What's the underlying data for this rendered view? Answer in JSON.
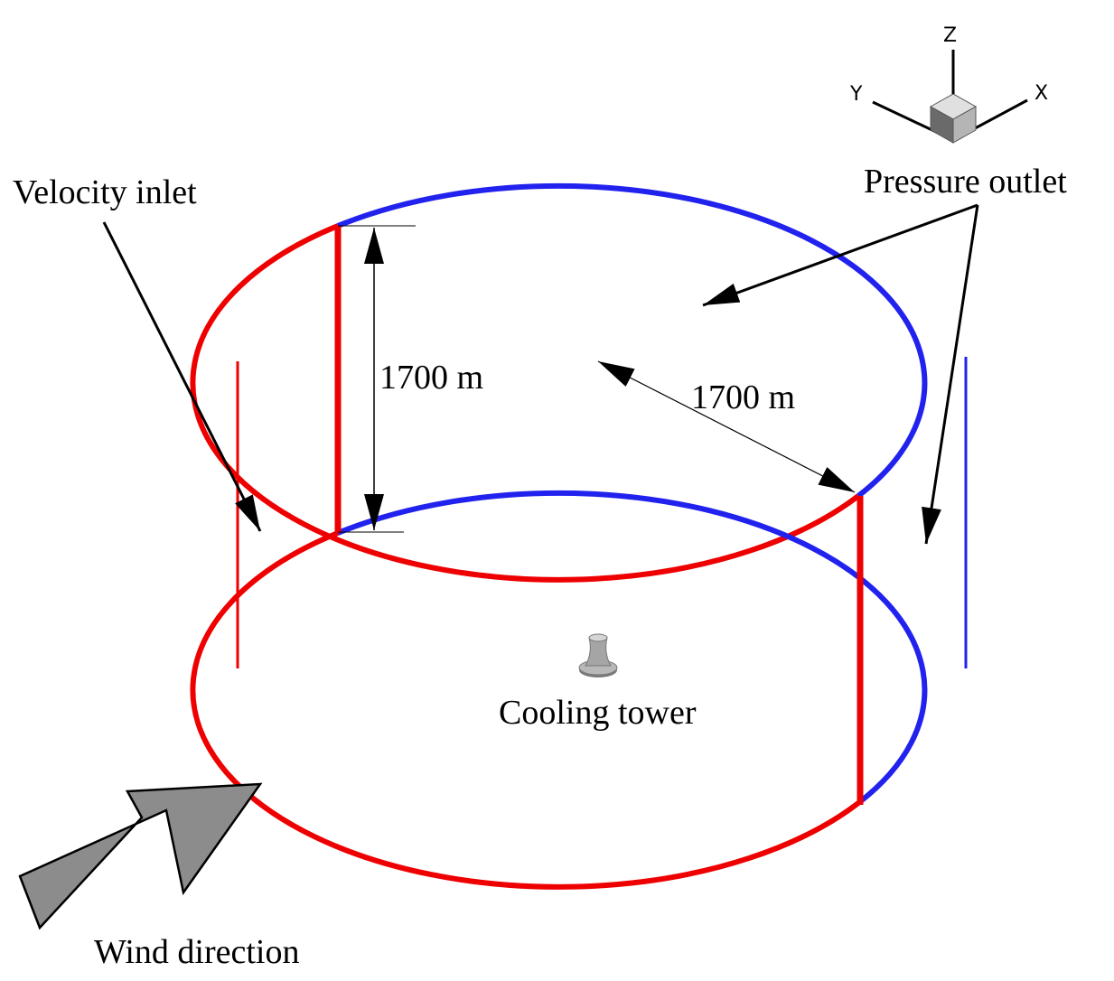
{
  "labels": {
    "velocity_inlet": "Velocity inlet",
    "pressure_outlet": "Pressure outlet",
    "height_dimension": "1700 m",
    "radius_dimension": "1700 m",
    "cooling_tower": "Cooling tower",
    "wind_direction": "Wind direction"
  },
  "axes": {
    "z": "Z",
    "y": "Y",
    "x": "X"
  },
  "colors": {
    "inlet": "#ee0000",
    "outlet": "#2222ee",
    "arrow": "#000000",
    "wind_arrow_fill": "#8c8c8c",
    "tower": "#a8a8a8"
  },
  "icons": [
    "axis-cube-icon",
    "cooling-tower-icon",
    "wind-arrow-icon"
  ]
}
